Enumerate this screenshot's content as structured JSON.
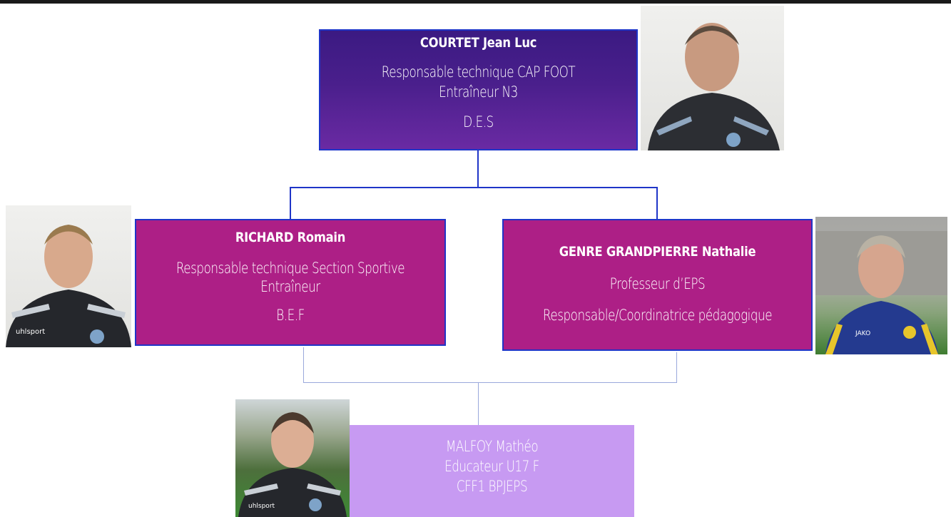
{
  "org": {
    "courtet": {
      "name": "COURTET Jean Luc",
      "role1": "Responsable technique CAP FOOT",
      "role2": "Entraîneur N3",
      "diploma": "D.E.S"
    },
    "richard": {
      "name": "RICHARD Romain",
      "role1": "Responsable technique Section Sportive",
      "role2": "Entraîneur",
      "diploma": "B.E.F"
    },
    "genre": {
      "name": "GENRE GRANDPIERRE Nathalie",
      "role1": "Professeur d’EPS",
      "role2": "Responsable/Coordinatrice pédagogique"
    },
    "malfoy": {
      "name": "MALFOY Mathéo",
      "role1": "Educateur U17 F",
      "diploma": "CFF1 BPJEPS"
    }
  },
  "colors": {
    "top_box": "#4a1f8c",
    "mid_box": "#ad1f86",
    "bottom_box": "#c79af2",
    "connector": "#1f35c8"
  },
  "photos": {
    "courtet": {
      "jersey_text": ""
    },
    "richard": {
      "jersey_text": "uhlsport"
    },
    "genre": {
      "jersey_text": "JAKO"
    },
    "malfoy": {
      "jersey_text": "uhlsport"
    }
  }
}
